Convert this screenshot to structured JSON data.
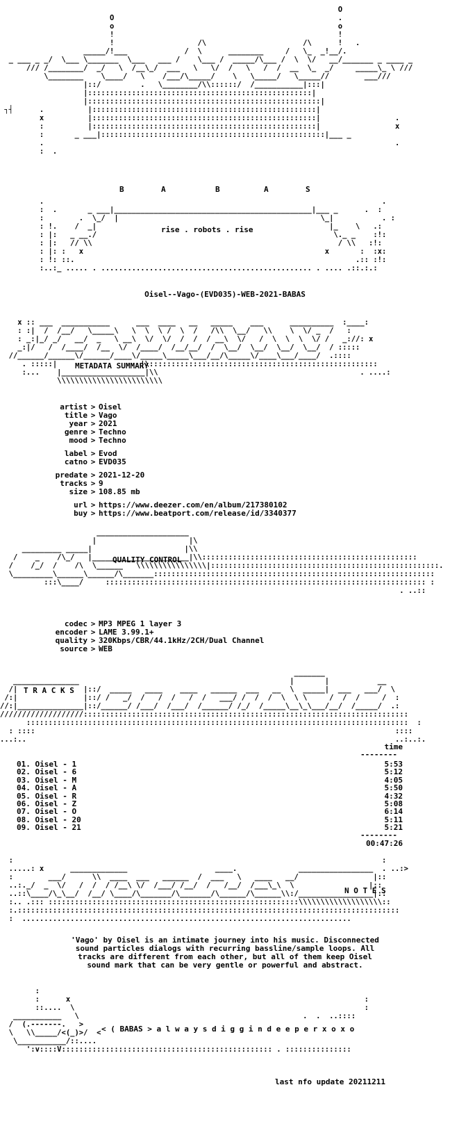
{
  "header": {
    "logo_letters": [
      "B",
      "A",
      "B",
      "A",
      "S"
    ],
    "slogan": "rise . robots . rise"
  },
  "release_name": "Oisel--Vago-(EVD035)-WEB-2021-BABAS",
  "metadata": {
    "section_title": "METADATA SUMMARY",
    "separator": ">",
    "rows": [
      {
        "key": "artist",
        "value": "Oisel"
      },
      {
        "key": "title",
        "value": "Vago"
      },
      {
        "key": "year",
        "value": "2021"
      },
      {
        "key": "genre",
        "value": "Techno"
      },
      {
        "key": "mood",
        "value": "Techno"
      }
    ],
    "rows2": [
      {
        "key": "label",
        "value": "Evod"
      },
      {
        "key": "catno",
        "value": "EVD035"
      }
    ],
    "rows3": [
      {
        "key": "predate",
        "value": "2021-12-20"
      },
      {
        "key": "tracks",
        "value": "9"
      },
      {
        "key": "size",
        "value": "108.85 mb"
      }
    ],
    "rows4": [
      {
        "key": "url",
        "value": "https://www.deezer.com/en/album/217380102"
      },
      {
        "key": "buy",
        "value": "https://www.beatport.com/release/id/3340377"
      }
    ]
  },
  "quality": {
    "section_title": "QUALITY CONTROL",
    "rows": [
      {
        "key": "codec",
        "value": "MP3 MPEG 1 layer 3"
      },
      {
        "key": "encoder",
        "value": "LAME 3.99.1+"
      },
      {
        "key": "quality",
        "value": "320Kbps/CBR/44.1kHz/2CH/Dual Channel"
      },
      {
        "key": "source",
        "value": "WEB"
      }
    ]
  },
  "tracklist": {
    "section_title": "T R A C K S",
    "time_header": "time",
    "rule": "--------",
    "tracks": [
      {
        "name": "01. Oisel - 1",
        "time": "5:53"
      },
      {
        "name": "02. Oisel - 6",
        "time": "5:12"
      },
      {
        "name": "03. Oisel - M",
        "time": "4:05"
      },
      {
        "name": "04. Oisel - A",
        "time": "5:50"
      },
      {
        "name": "05. Oisel - R",
        "time": "4:32"
      },
      {
        "name": "06. Oisel - Z",
        "time": "5:08"
      },
      {
        "name": "07. Oisel - O",
        "time": "6:14"
      },
      {
        "name": "08. Oisel - 20",
        "time": "5:11"
      },
      {
        "name": "09. Oisel - 21",
        "time": "5:21"
      }
    ],
    "total": "00:47:26"
  },
  "notes": {
    "section_title": "N O T E S",
    "lines": [
      "'Vago' by Oisel is an intimate journey into his music. Disconnected",
      "sound particles dialogs with recurring bassline/sample loops. All",
      "tracks are different from each other, but all   of them keep Oisel",
      "sound mark that can be very gentle or powerful and abstract."
    ]
  },
  "footer": {
    "tagline": "< ( BABAS > a l w a y s d i g g i n d e e p e r x o x o",
    "last_update": "last nfo update 20211211"
  }
}
